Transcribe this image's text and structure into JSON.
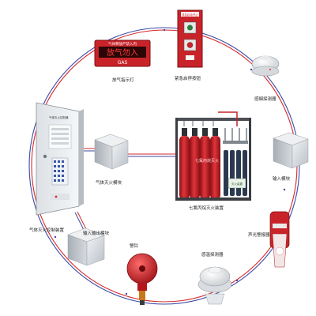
{
  "diagram": {
    "device_labels": {
      "gas_release_light": "放气指示灯",
      "emergency_stop": "紧急启停按钮",
      "smoke_detector": "感烟探测器",
      "control_panel": "气体灭火控制装置",
      "extinguishing_module": "气体灭火模块",
      "heptafluoro_unit": "七氟丙烷灭火装置",
      "input_module_right": "输入模块",
      "input_output_module": "输入输出模块",
      "alarm_bell": "警铃",
      "temp_detector": "感温探测器",
      "sound_light_alarm": "声光警报器"
    },
    "sign": {
      "top_text": "气体释放严禁入内",
      "main_text": "放气勿入",
      "sub_text": "GAS"
    },
    "emergency_box_caption": "紧急启动/停止",
    "cylinder_text": "七氟丙烷灭火",
    "cylinder_base_text": "灭火装置",
    "control_panel_title": "气体灭火控制器",
    "colors": {
      "wire_red": "#d42a2a",
      "wire_blue": "#3d48a6",
      "device_red": "#c9232a"
    }
  }
}
